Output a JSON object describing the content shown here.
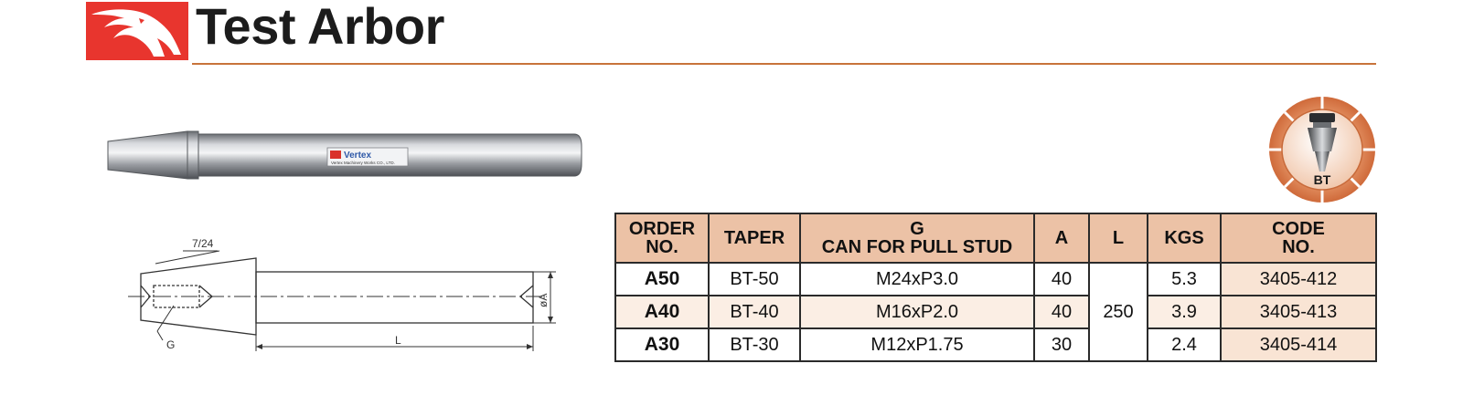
{
  "header": {
    "title": "Test Arbor"
  },
  "product_photo": {
    "label_brand": "Vertex",
    "label_sub": "Vertex Machinery Works CO., LTD."
  },
  "drawing": {
    "taper_label": "7/24",
    "thread_label": "G",
    "length_label": "L",
    "diameter_label": "øA"
  },
  "badge": {
    "label": "BT"
  },
  "table": {
    "headers": {
      "order": [
        "ORDER",
        "NO."
      ],
      "taper": "TAPER",
      "g": [
        "G",
        "CAN FOR PULL STUD"
      ],
      "a": "A",
      "l": "L",
      "kgs": "KGS",
      "code": [
        "CODE",
        "NO."
      ]
    },
    "shared_l": "250",
    "rows": [
      {
        "order": "A50",
        "taper": "BT-50",
        "g": "M24xP3.0",
        "a": "40",
        "kgs": "5.3",
        "code": "3405-412"
      },
      {
        "order": "A40",
        "taper": "BT-40",
        "g": "M16xP2.0",
        "a": "40",
        "kgs": "3.9",
        "code": "3405-413"
      },
      {
        "order": "A30",
        "taper": "BT-30",
        "g": "M12xP1.75",
        "a": "30",
        "kgs": "2.4",
        "code": "3405-414"
      }
    ]
  },
  "colors": {
    "accent": "#e8352e",
    "rule": "#c8743a",
    "header_fill": "#ecc2a6",
    "code_fill": "#f9e4d4"
  }
}
